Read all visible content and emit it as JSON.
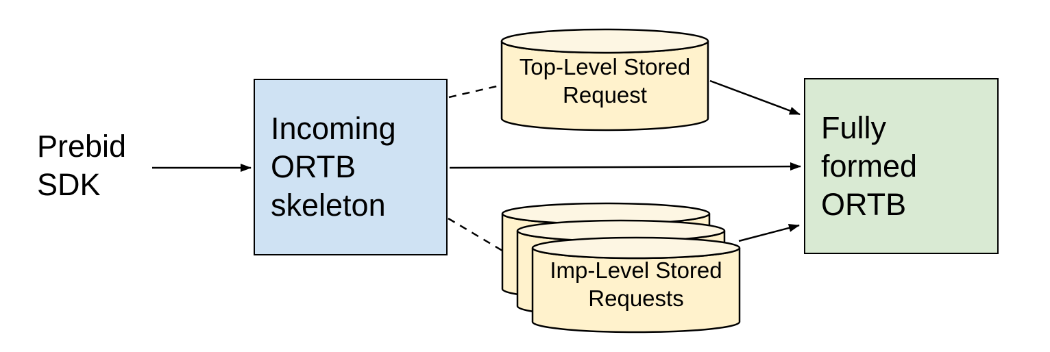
{
  "colors": {
    "process_fill": "#cfe2f3",
    "output_fill": "#d9ead3",
    "datastore_fill": "#fff2cc",
    "datastore_top_fill": "#fdf6e3",
    "stroke": "#000000",
    "text": "#000000"
  },
  "diagram": {
    "source": {
      "label": "Prebid\nSDK"
    },
    "skeleton": {
      "label": "Incoming\nORTB\nskeleton"
    },
    "top_store": {
      "label": "Top-Level Stored\nRequest"
    },
    "imp_store": {
      "label": "Imp-Level Stored\nRequests"
    },
    "output": {
      "label": "Fully\nformed\nORTB"
    },
    "edges": [
      {
        "from": "Prebid SDK",
        "to": "Incoming ORTB skeleton",
        "style": "solid",
        "arrow": true
      },
      {
        "from": "Incoming ORTB skeleton",
        "to": "Top-Level Stored Request",
        "style": "dashed",
        "arrow": false
      },
      {
        "from": "Incoming ORTB skeleton",
        "to": "Fully formed ORTB",
        "style": "solid",
        "arrow": true
      },
      {
        "from": "Incoming ORTB skeleton",
        "to": "Imp-Level Stored Requests",
        "style": "dashed",
        "arrow": false
      },
      {
        "from": "Top-Level Stored Request",
        "to": "Fully formed ORTB",
        "style": "solid",
        "arrow": true
      },
      {
        "from": "Imp-Level Stored Requests",
        "to": "Fully formed ORTB",
        "style": "solid",
        "arrow": true
      }
    ]
  }
}
